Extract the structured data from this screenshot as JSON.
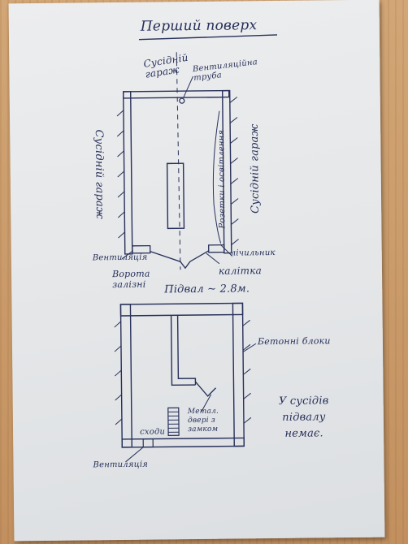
{
  "page_title": "Перший поверх",
  "ground_floor": {
    "top_neighbor": "Сусідній гараж",
    "vent_pipe": "Вентиляційна труба",
    "left_neighbor": "Сусідній гараж",
    "right_neighbor": "Сусідній гараж",
    "sockets": "Розетки і освітлення",
    "meter": "лічильник",
    "vent_left": "Вентиляція",
    "gate": "Ворота залізні",
    "wicket": "калітка"
  },
  "basement": {
    "title": "Підвал ~ 2.8м.",
    "blocks": "Бетонні блоки",
    "stairs": "сходи",
    "door": "Метал. двері з замком",
    "vent": "Вентиляція",
    "note": "У сусідів підвалу немає."
  },
  "colors": {
    "ink": "#27305a",
    "paper": "#e8e9eb",
    "table": "#c99a6a"
  }
}
